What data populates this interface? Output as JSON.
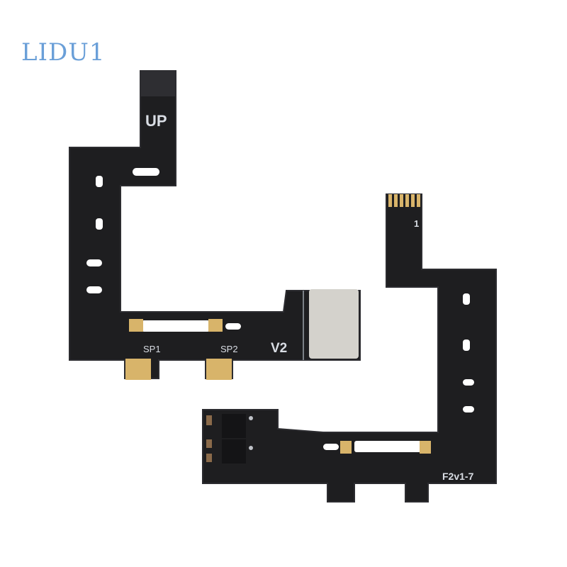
{
  "watermark": {
    "text": "LIDU1",
    "color": "#6a9fd8"
  },
  "board_left": {
    "label_up": "UP",
    "label_sp1": "SP1",
    "label_sp2": "SP2",
    "label_version": "V2"
  },
  "board_right": {
    "label_pin": "1",
    "label_model": "F2v1-7"
  },
  "colors": {
    "pcb": "#1e1e20",
    "pcb_edge": "#2c2c30",
    "gold": "#d8b46a",
    "silver_pad": "#d4d2cc",
    "background": "#ffffff"
  }
}
